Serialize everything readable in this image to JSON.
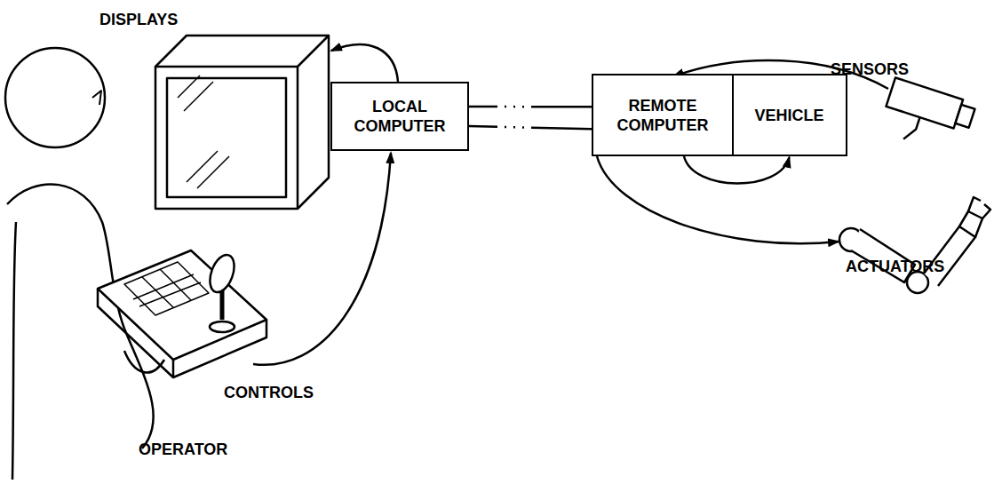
{
  "diagram": {
    "nodes": [
      {
        "text": [
          "LOCAL COMPUTER"
        ]
      },
      {
        "text": [
          "REMOTE COMPUTER"
        ]
      },
      {
        "text": [
          "VEHICLE"
        ]
      }
    ],
    "edges": [
      {
        "from": 0,
        "to": 1,
        "arrow": "none"
      },
      {
        "from": 1,
        "to": 2,
        "arrow": "to"
      }
    ],
    "labels": [
      "DISPLAYS",
      "SENSORS",
      "ACTUATORS",
      "CONTROLS",
      "OPERATOR"
    ]
  }
}
